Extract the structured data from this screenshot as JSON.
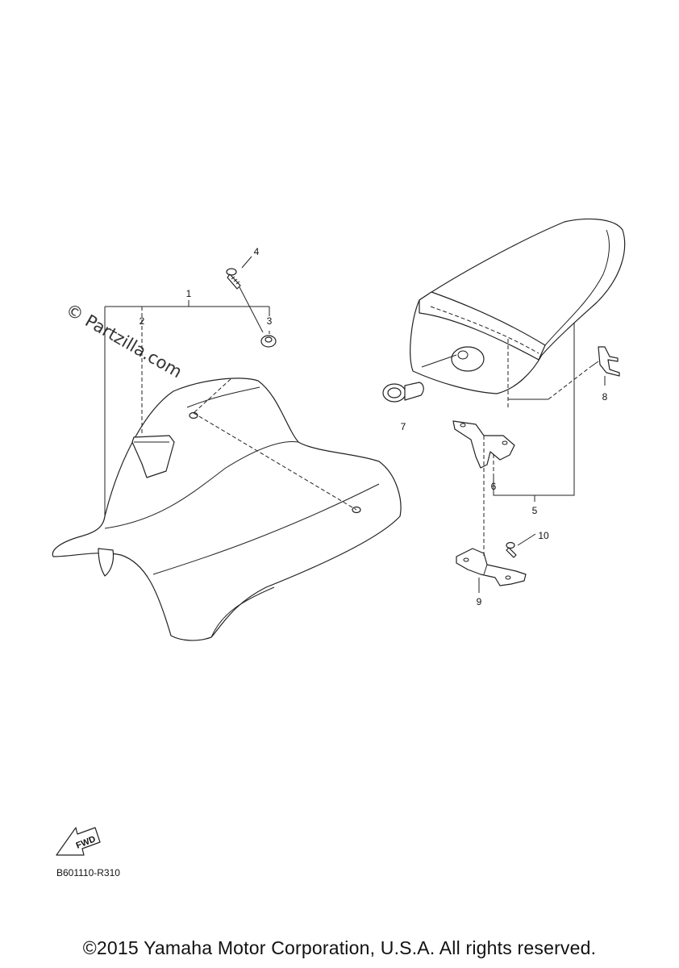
{
  "watermark": "© Partzilla.com",
  "callouts": {
    "c1": "1",
    "c2": "2",
    "c3": "3",
    "c4": "4",
    "c5": "5",
    "c6": "6",
    "c7": "7",
    "c8": "8",
    "c9": "9",
    "c10": "10"
  },
  "fwd_label": "FWD",
  "diagram_code": "B601110-R310",
  "copyright": "©2015 Yamaha Motor Corporation, U.S.A. All rights reserved."
}
